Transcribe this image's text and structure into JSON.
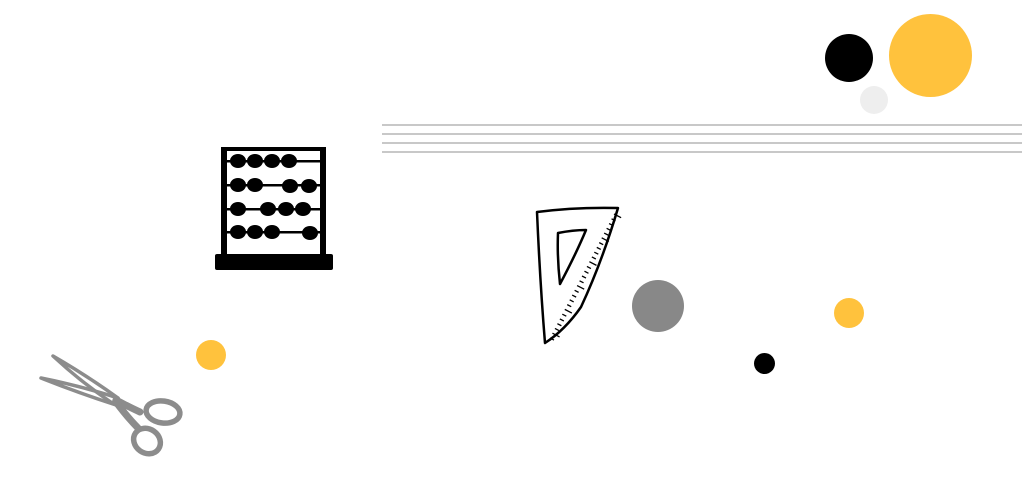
{
  "palette": {
    "yellow": "#FFC23D",
    "black": "#000000",
    "gray": "#888888",
    "light_gray": "#EEEEEE",
    "scissors_gray": "#8C8C8C",
    "line_gray": "#C8C8C8"
  },
  "illustrations": [
    {
      "name": "abacus",
      "icon": "abacus-icon"
    },
    {
      "name": "set-square",
      "icon": "triangle-ruler-icon"
    },
    {
      "name": "scissors",
      "icon": "scissors-icon"
    }
  ],
  "decorations": [
    "black-circle",
    "yellow-circle",
    "light-gray-circle",
    "gray-circle",
    "yellow-dot",
    "black-dot",
    "yellow-dot-small",
    "staff-lines"
  ]
}
